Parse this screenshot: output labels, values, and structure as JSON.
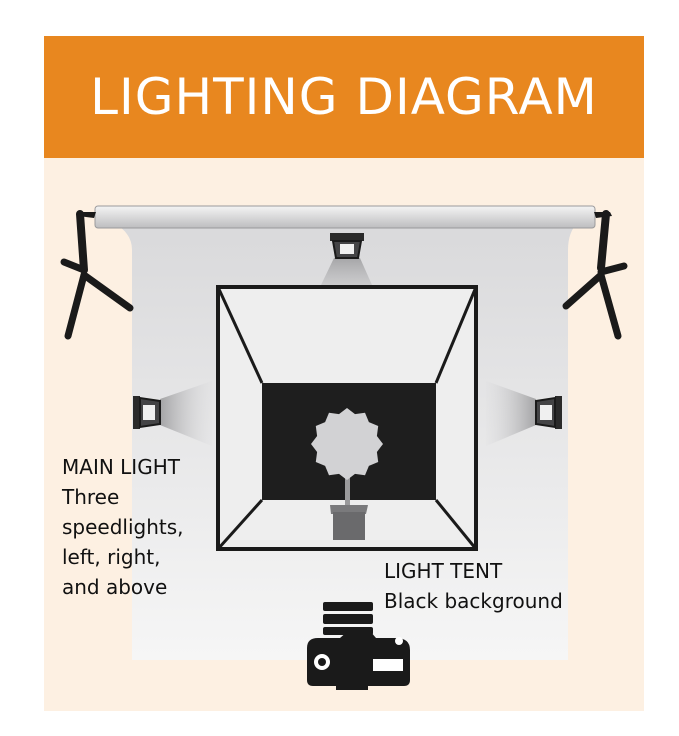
{
  "header": {
    "title": "LIGHTING DIAGRAM"
  },
  "colors": {
    "header_bg": "#e8871f",
    "panel_bg": "#fdf0e2",
    "backdrop": "#e6e6e8",
    "tent_interior": "#1e1e1e"
  },
  "labels": {
    "main_light": {
      "heading": "MAIN LIGHT",
      "line1": "Three",
      "line2": "speedlights,",
      "line3": "left, right,",
      "line4": "and above"
    },
    "light_tent": {
      "heading": "LIGHT TENT",
      "line1": "Black background"
    }
  },
  "icons": [
    "light-stand-left-icon",
    "light-stand-right-icon",
    "speedlight-top-icon",
    "speedlight-left-icon",
    "speedlight-right-icon",
    "flower-subject-icon",
    "camera-icon"
  ]
}
